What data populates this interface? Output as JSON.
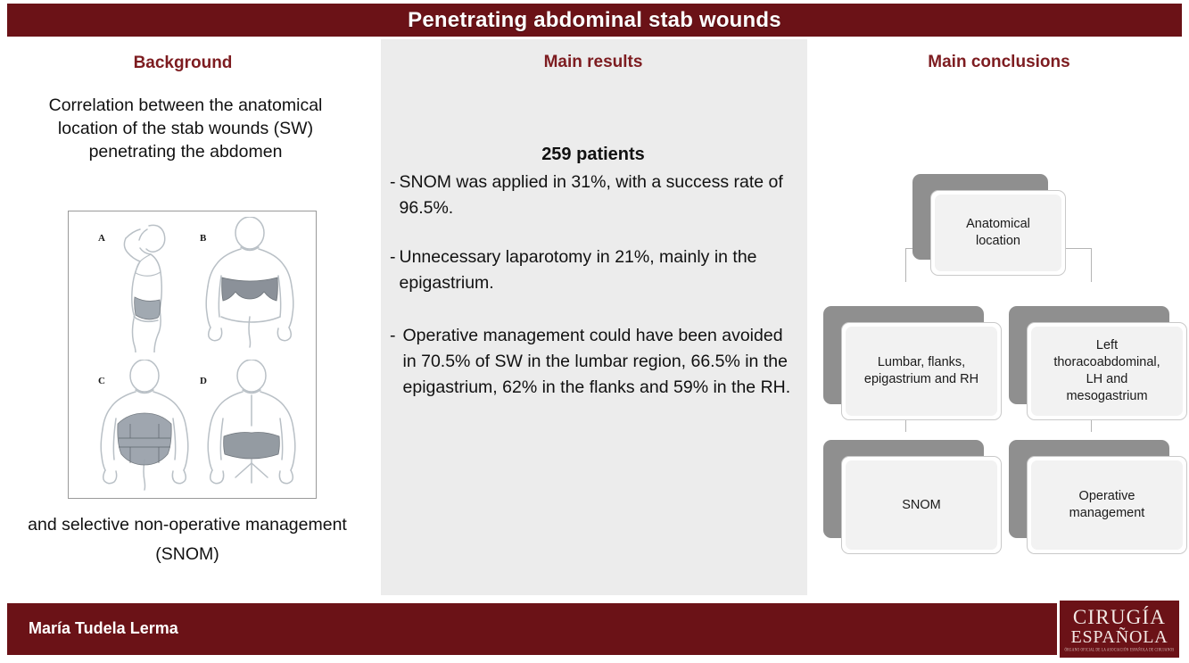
{
  "header": {
    "title": "Penetrating abdominal stab wounds",
    "bar_color": "#6b1217"
  },
  "columns": {
    "background": {
      "heading": "Background",
      "intro": "Correlation between the anatomical location of the stab wounds (SW) penetrating the abdomen",
      "outro": "and selective non-operative management (SNOM)",
      "figure": {
        "panels": [
          {
            "letter": "A",
            "view": "lateral-raised-arm",
            "shaded_region": "left thoracoabdominal"
          },
          {
            "letter": "B",
            "view": "anterior-torso",
            "shaded_region": "epigastrium / thoracoabdominal"
          },
          {
            "letter": "C",
            "view": "anterior-abdomen",
            "shaded_region": "mesogastrium and hypochondria"
          },
          {
            "letter": "D",
            "view": "posterior-back",
            "shaded_region": "lumbar region"
          }
        ]
      }
    },
    "main_results": {
      "heading": "Main results",
      "patient_count": "259 patients",
      "bullets": [
        {
          "dash": "-",
          "text": "SNOM was applied in 31%, with a success rate of 96.5%."
        },
        {
          "dash": "-",
          "text": "Unnecessary laparotomy in 21%, mainly in the epigastrium."
        },
        {
          "dash": "-",
          "text": "Operative management could have been avoided in 70.5% of SW in the lumbar region, 66.5% in the epigastrium, 62% in the flanks and 59% in the RH."
        }
      ]
    },
    "main_conclusions": {
      "heading": "Main conclusions",
      "flow": {
        "root": "Anatomical\nlocation",
        "branch_left": "Lumbar, flanks,\nepigastrium and RH",
        "branch_right": "Left\nthoracoabdominal,\nLH and\nmesogastrium",
        "leaf_left": "SNOM",
        "leaf_right": "Operative\nmanagement"
      }
    }
  },
  "footer": {
    "author": "María Tudela Lerma",
    "logo_line1": "CIRUGÍA",
    "logo_line2": "ESPAÑOLA",
    "logo_line3": "ÓRGANO OFICIAL DE LA ASOCIACIÓN ESPAÑOLA DE CIRUJANOS"
  },
  "theme": {
    "maroon": "#6b1217",
    "heading_maroon": "#7d1c20",
    "panel_gray": "#ececec",
    "node_shadow": "#8f8f8f"
  }
}
